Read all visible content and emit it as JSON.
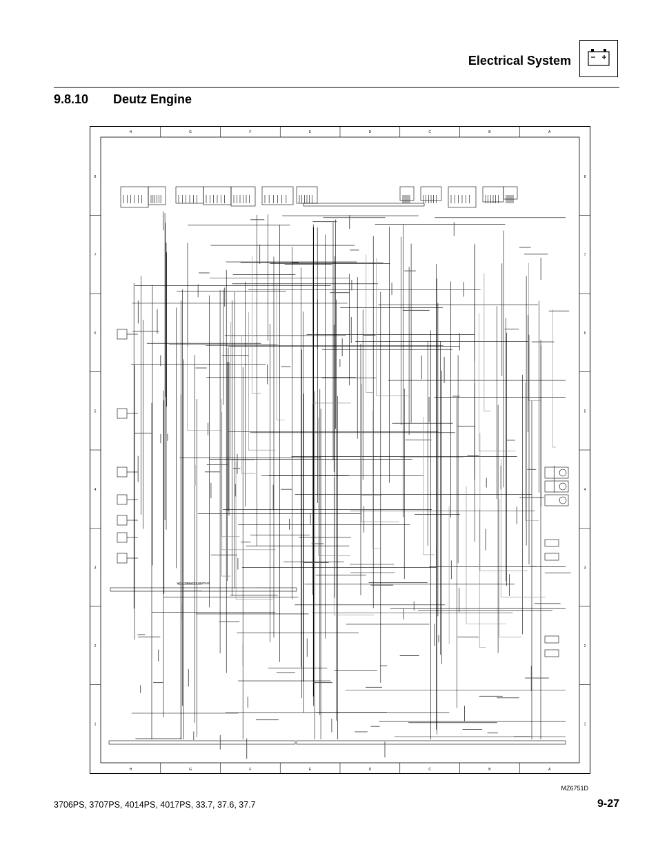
{
  "header": {
    "title": "Electrical System",
    "icon": "battery-icon"
  },
  "section": {
    "number": "9.8.10",
    "title": "Deutz Engine"
  },
  "diagram": {
    "grid_columns": [
      "H",
      "G",
      "F",
      "E",
      "D",
      "C",
      "B",
      "A"
    ],
    "grid_rows": [
      "8",
      "7",
      "6",
      "5",
      "4",
      "3",
      "2",
      "1"
    ],
    "connector_label": "ENGINE CONNECTOR",
    "figure_id": "MZ6751D"
  },
  "footer": {
    "models": "3706PS, 3707PS, 4014PS, 4017PS, 33.7, 37.6, 37.7",
    "page": "9-27"
  }
}
